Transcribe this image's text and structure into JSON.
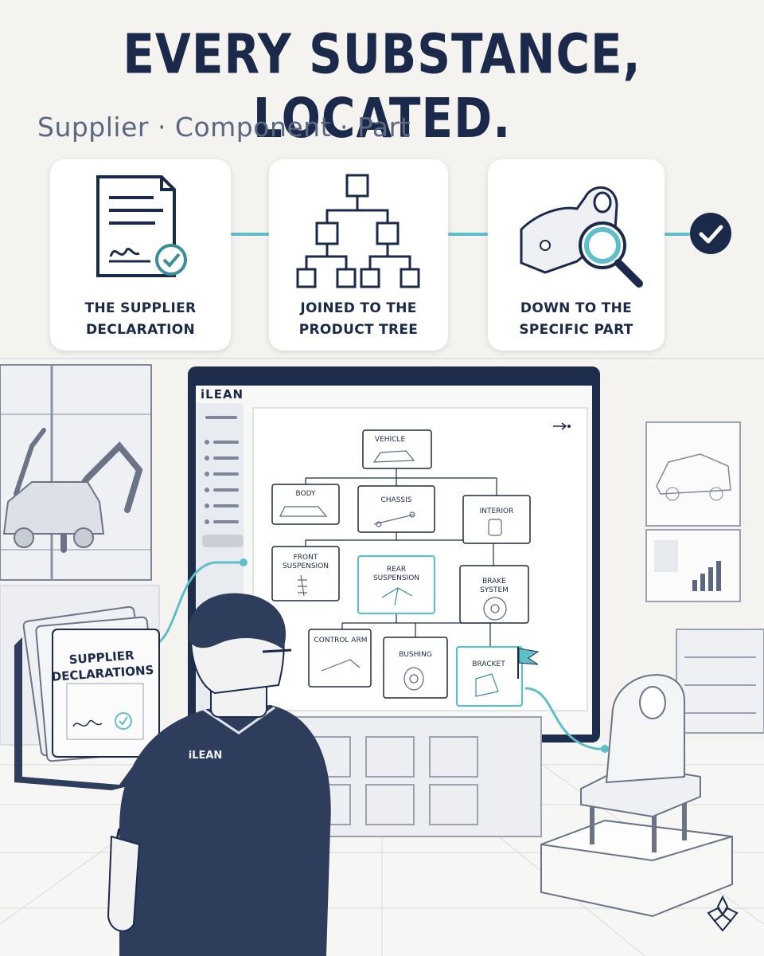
{
  "headline": "EVERY SUBSTANCE, LOCATED.",
  "subtitle": "Supplier · Component · Part",
  "steps": [
    {
      "line1": "THE SUPPLIER",
      "line2": "DECLARATION",
      "icon": "signed-document-icon"
    },
    {
      "line1": "JOINED TO THE",
      "line2": "PRODUCT TREE",
      "icon": "hierarchy-tree-icon"
    },
    {
      "line1": "DOWN TO THE",
      "line2": "SPECIFIC PART",
      "icon": "part-magnifier-icon"
    }
  ],
  "screen": {
    "brand": "iLEAN",
    "tree": {
      "root": "VEHICLE",
      "level1": [
        "BODY",
        "CHASSIS",
        "INTERIOR"
      ],
      "level2": [
        [
          "FRONT",
          "SUSPENSION"
        ],
        [
          "REAR",
          "SUSPENSION"
        ],
        [
          "BRAKE",
          "SYSTEM"
        ]
      ],
      "level3": [
        "CONTROL ARM",
        "BUSHING",
        "BRACKET"
      ]
    }
  },
  "folder": {
    "line1": "SUPPLIER",
    "line2": "DECLARATIONS"
  },
  "shirt_brand": "iLEAN",
  "colors": {
    "navy": "#1b2a4a",
    "teal": "#5fbfc9",
    "slate": "#5b6882",
    "background": "#f4f3f0"
  }
}
